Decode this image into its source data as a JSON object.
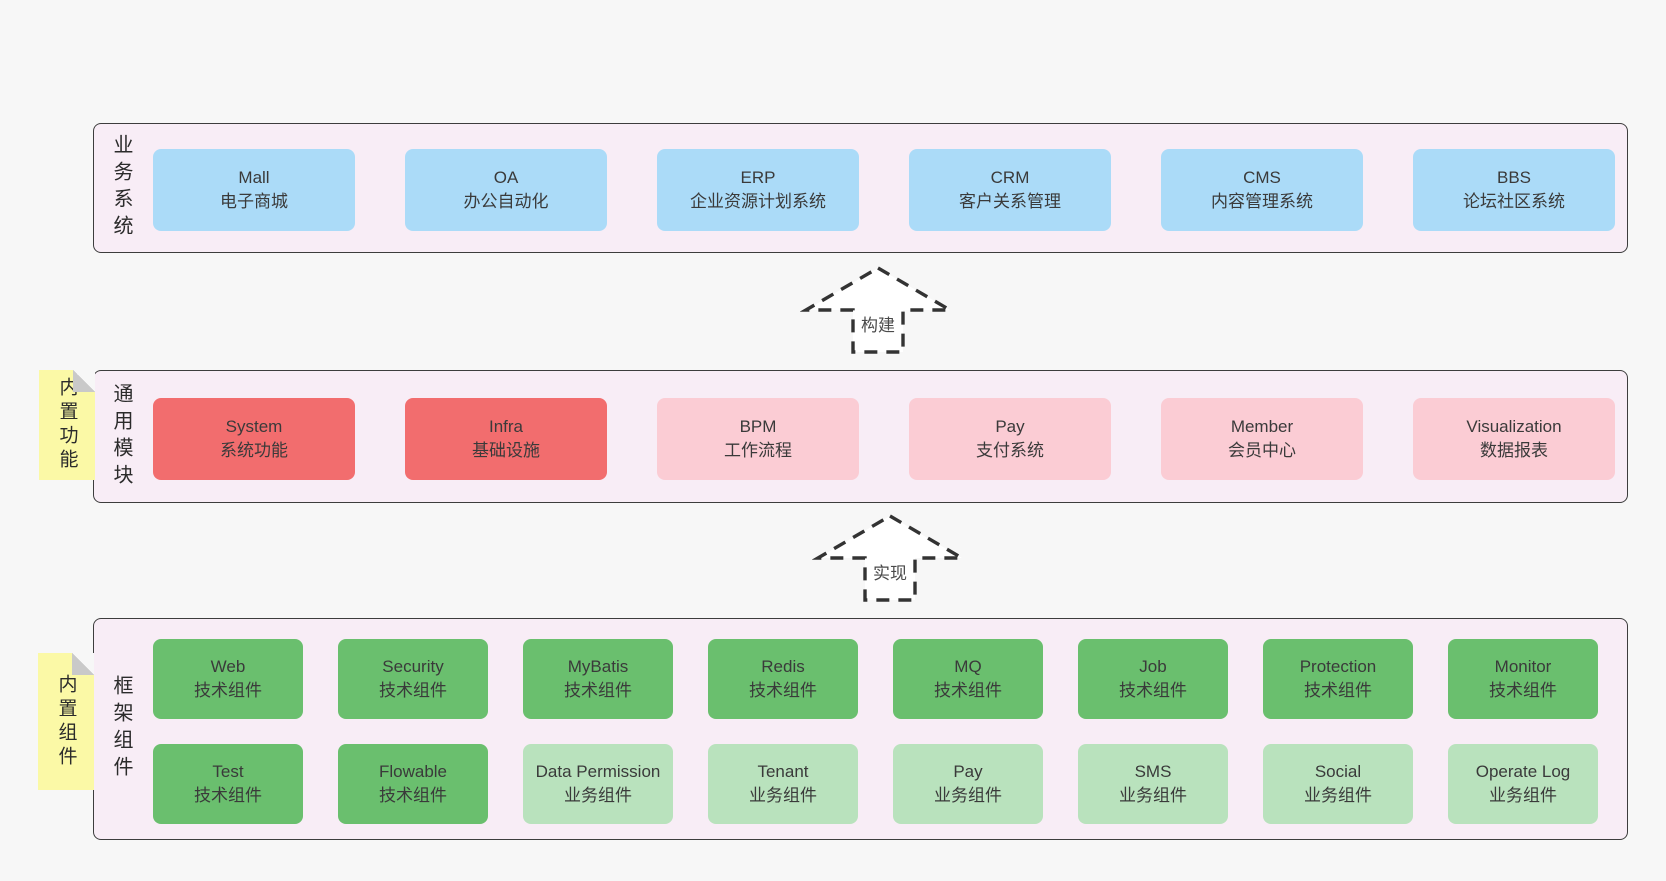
{
  "colors": {
    "pageBg": "#f7f7f7",
    "panelBg": "#f8edf6",
    "border": "#3d3d3d",
    "text": "#3a3a3a",
    "blue": "#abdbf8",
    "red": "#f26d6e",
    "pink": "#fbccd4",
    "green": "#6abf6e",
    "lightgreen": "#b9e2bd",
    "note": "#fbf9a6",
    "noteFold": "#c9c9c9",
    "arrowStroke": "#333333"
  },
  "layers": [
    {
      "label": "业务系统",
      "boxes": [
        {
          "title": "Mall",
          "subtitle": "电子商城"
        },
        {
          "title": "OA",
          "subtitle": "办公自动化"
        },
        {
          "title": "ERP",
          "subtitle": "企业资源计划系统"
        },
        {
          "title": "CRM",
          "subtitle": "客户关系管理"
        },
        {
          "title": "CMS",
          "subtitle": "内容管理系统"
        },
        {
          "title": "BBS",
          "subtitle": "论坛社区系统"
        }
      ]
    },
    {
      "label": "通用模块",
      "tag": "内置功能",
      "boxes": [
        {
          "title": "System",
          "subtitle": "系统功能"
        },
        {
          "title": "Infra",
          "subtitle": "基础设施"
        },
        {
          "title": "BPM",
          "subtitle": "工作流程"
        },
        {
          "title": "Pay",
          "subtitle": "支付系统"
        },
        {
          "title": "Member",
          "subtitle": "会员中心"
        },
        {
          "title": "Visualization",
          "subtitle": "数据报表"
        }
      ]
    },
    {
      "label": "框架组件",
      "tag": "内置组件",
      "rows": [
        [
          {
            "title": "Web",
            "subtitle": "技术组件"
          },
          {
            "title": "Security",
            "subtitle": "技术组件"
          },
          {
            "title": "MyBatis",
            "subtitle": "技术组件"
          },
          {
            "title": "Redis",
            "subtitle": "技术组件"
          },
          {
            "title": "MQ",
            "subtitle": "技术组件"
          },
          {
            "title": "Job",
            "subtitle": "技术组件"
          },
          {
            "title": "Protection",
            "subtitle": "技术组件"
          },
          {
            "title": "Monitor",
            "subtitle": "技术组件"
          }
        ],
        [
          {
            "title": "Test",
            "subtitle": "技术组件"
          },
          {
            "title": "Flowable",
            "subtitle": "技术组件"
          },
          {
            "title": "Data Permission",
            "subtitle": "业务组件"
          },
          {
            "title": "Tenant",
            "subtitle": "业务组件"
          },
          {
            "title": "Pay",
            "subtitle": "业务组件"
          },
          {
            "title": "SMS",
            "subtitle": "业务组件"
          },
          {
            "title": "Social",
            "subtitle": "业务组件"
          },
          {
            "title": "Operate Log",
            "subtitle": "业务组件"
          }
        ]
      ]
    }
  ],
  "arrows": [
    {
      "label": "构建"
    },
    {
      "label": "实现"
    }
  ]
}
